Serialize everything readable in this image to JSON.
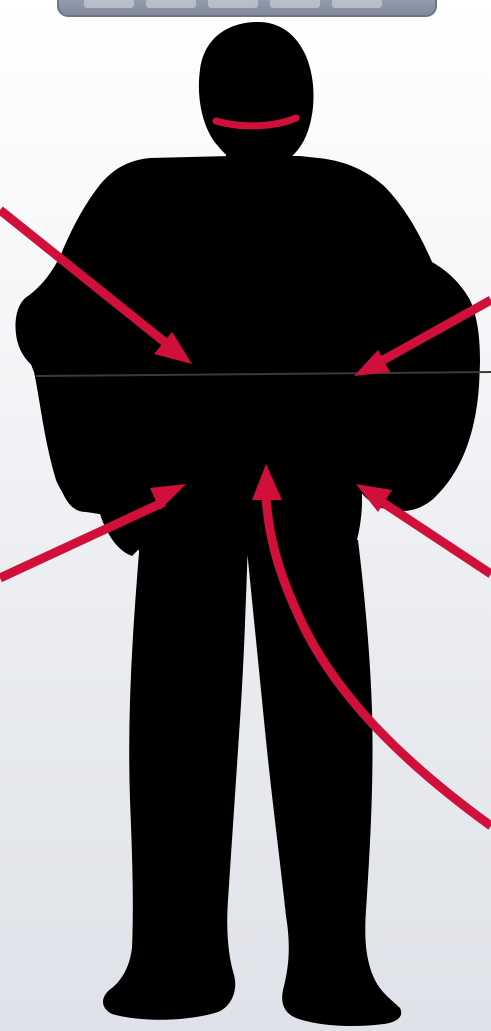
{
  "diagram": {
    "type": "body-measurement-silhouette",
    "colors": {
      "background_top": "#ffffff",
      "background_bottom": "#dfe2e8",
      "silhouette": "#000000",
      "arrow": "#d0103a",
      "top_tab": "#8e99aa",
      "waistline": "#3a3a3a"
    },
    "arrows": [
      {
        "id": "waist-left"
      },
      {
        "id": "waist-right"
      },
      {
        "id": "hip-left"
      },
      {
        "id": "hip-right"
      },
      {
        "id": "inseam-curved"
      }
    ],
    "markers": [
      {
        "id": "neck-measure"
      },
      {
        "id": "waistline"
      }
    ]
  }
}
